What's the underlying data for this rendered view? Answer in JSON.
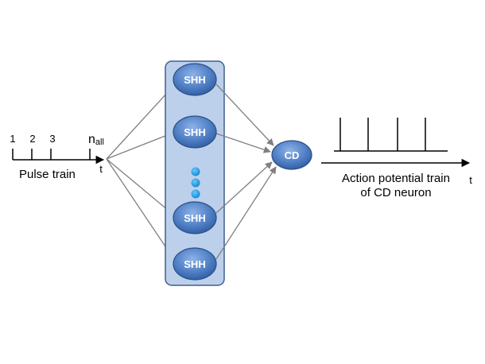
{
  "pulse_train": {
    "tick_labels": [
      "1",
      "2",
      "3"
    ],
    "n_label": "n",
    "n_subscript": "all",
    "time_label": "t",
    "caption": "Pulse train"
  },
  "shh_nodes": [
    {
      "label": "SHH"
    },
    {
      "label": "SHH"
    },
    {
      "label": "SHH"
    },
    {
      "label": "SHH"
    }
  ],
  "cd_node": {
    "label": "CD"
  },
  "output": {
    "caption_line1": "Action potential train",
    "caption_line2": "of CD neuron",
    "time_label": "t"
  },
  "colors": {
    "panel_fill": "#bcd0ec",
    "panel_stroke": "#3f5f8f",
    "node_fill": "#4f7ec4",
    "node_stroke": "#2b4f86",
    "dot": "#1f9be0",
    "arrow": "#808080"
  }
}
